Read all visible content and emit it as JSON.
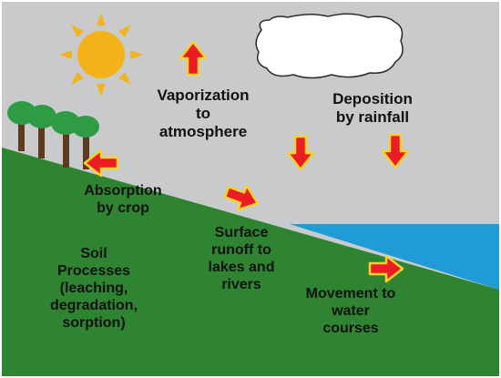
{
  "diagram": {
    "labels": {
      "vaporization": "Vaporization\nto\natmosphere",
      "deposition": "Deposition\nby rainfall",
      "absorption": "Absorption\nby crop",
      "runoff": "Surface\nrunoff to\nlakes and\nrivers",
      "soil": "Soil\nProcesses\n(leaching,\ndegradation,\nsorption)",
      "movement": "Movement to\nwater\ncourses"
    },
    "colors": {
      "sky": "#c8cacc",
      "land": "#2e8431",
      "water": "#1f9bd6",
      "sun": "#f4b31a",
      "arrow_fill": "#ec1c24",
      "arrow_outline": "#f6d22a",
      "tree_canopy": "#2e9c45",
      "tree_trunk": "#5e3a1f",
      "cloud": "#ffffff"
    },
    "icons": [
      "sun-icon",
      "cloud-icon",
      "tree-icon",
      "arrow-icon"
    ]
  }
}
